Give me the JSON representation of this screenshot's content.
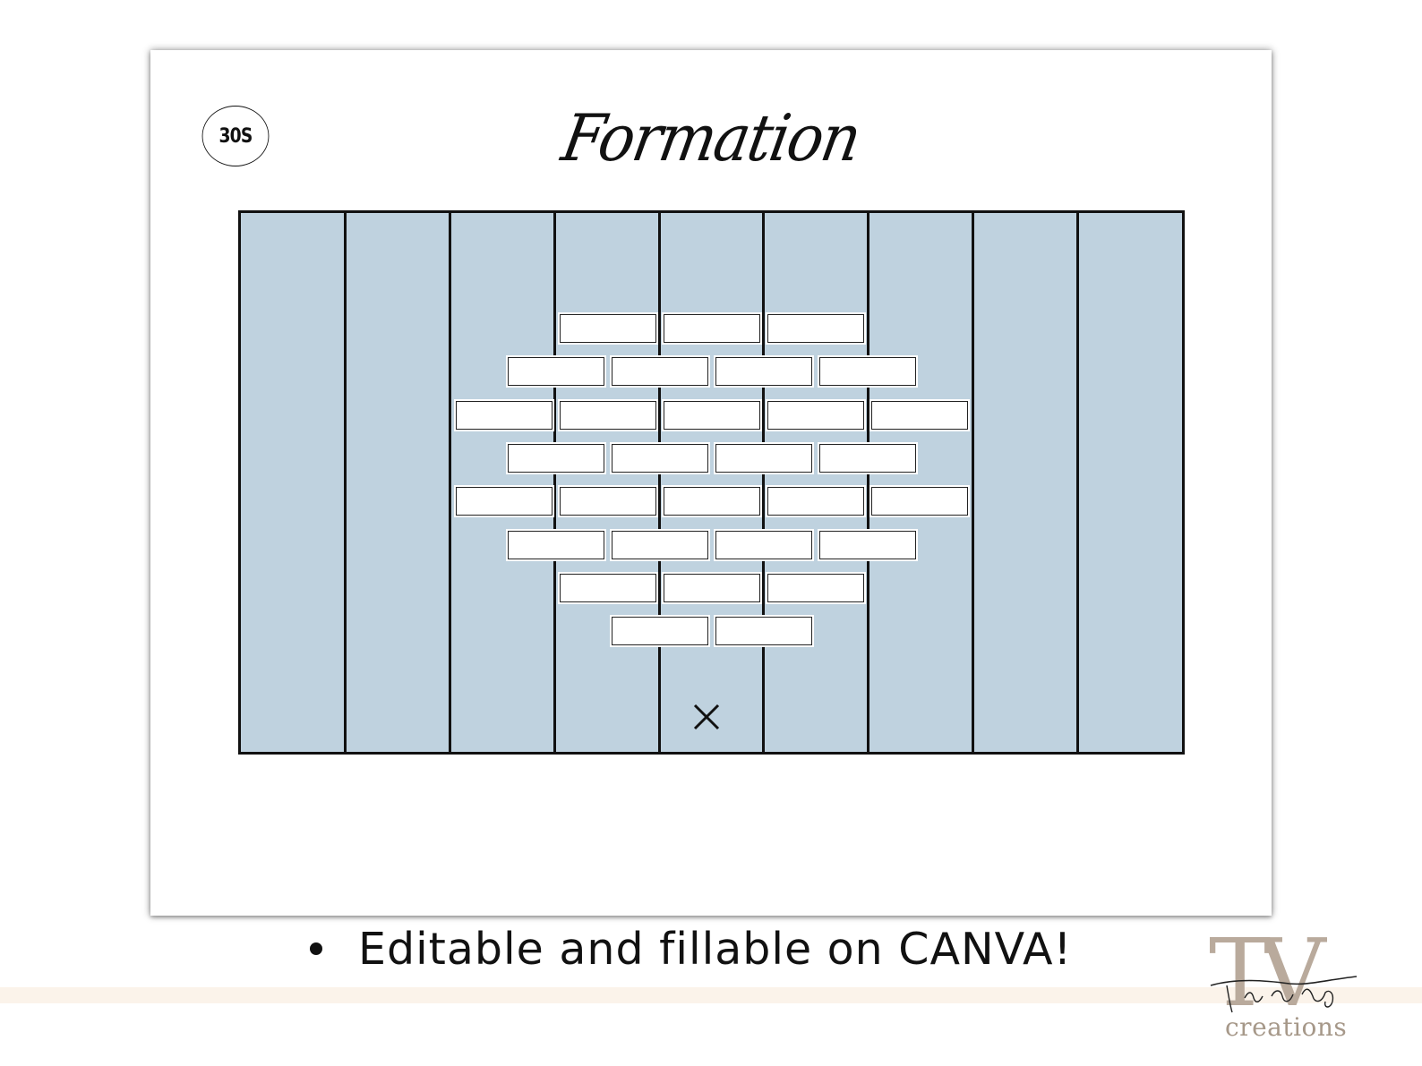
{
  "badge": {
    "label": "30S"
  },
  "title": "Formation",
  "caption": "Editable and fillable on CANVA!",
  "logo": {
    "monogram": "TV",
    "signature": "Triana Vang",
    "subtitle": "creations"
  },
  "field": {
    "lanes": 9,
    "marker": "×",
    "slot_rows": [
      3,
      4,
      5,
      4,
      5,
      4,
      3,
      2
    ]
  },
  "colors": {
    "field": "#bfd2df",
    "lines": "#111111",
    "slot": "#ffffff",
    "band": "#fbf3ea",
    "logo": "#b9aa9c"
  }
}
